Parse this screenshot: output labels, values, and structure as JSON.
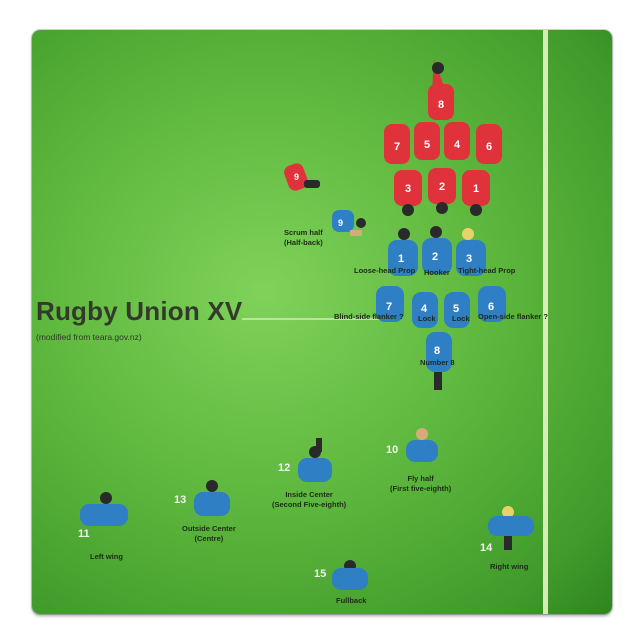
{
  "diagram": {
    "title": "Rugby Union XV",
    "subtitle": "(modified from teara.gov.nz)",
    "colors": {
      "field": "#5fb83e",
      "team_red": "#e0323a",
      "team_blue": "#2f7fc4",
      "skin": "#d9a97c",
      "hair": "#2a2a2a"
    },
    "positions": {
      "scrum_half": "Scrum half\n(Half-back)",
      "loose_head_prop": "Loose-head Prop",
      "hooker": "Hooker",
      "tight_head_prop": "Tight-head Prop",
      "blind_side_flanker": "Blind-side flanker ?",
      "lock_left": "Lock",
      "lock_right": "Lock",
      "open_side_flanker": "Open-side flanker ?",
      "number_8": "Number 8",
      "fly_half": "Fly half\n(First five-eighth)",
      "inside_center": "Inside Center\n(Second Five-eighth)",
      "outside_center": "Outside Center\n(Centre)",
      "left_wing": "Left wing",
      "right_wing": "Right wing",
      "fullback": "Fullback"
    },
    "numbers": {
      "n1": "1",
      "n2": "2",
      "n3": "3",
      "n6": "6",
      "n7": "7",
      "n4": "4",
      "n5": "5",
      "n8": "8",
      "n10": "10",
      "n11": "11",
      "n12": "12",
      "n13": "13",
      "n14": "14",
      "n15": "15"
    }
  }
}
